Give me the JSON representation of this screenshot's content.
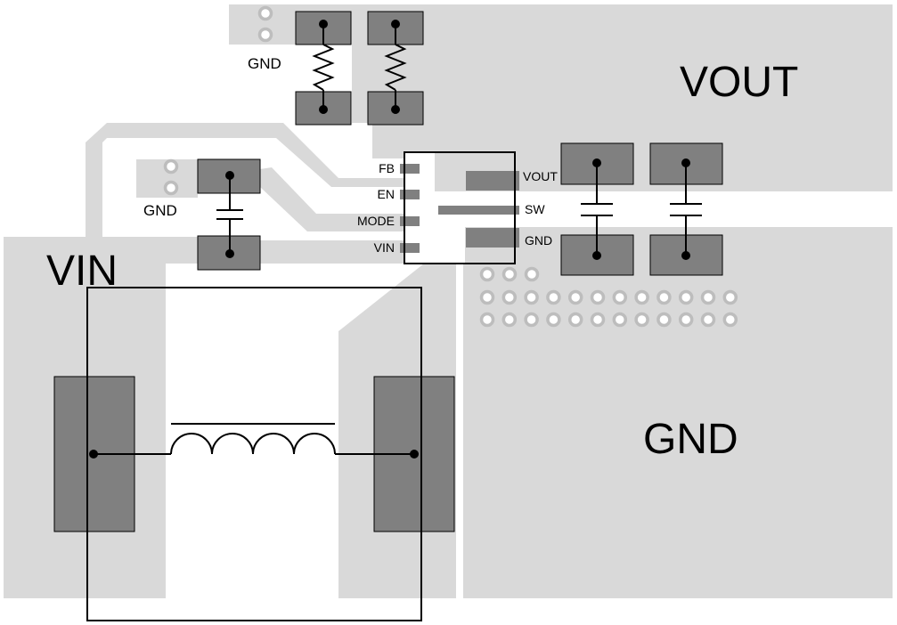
{
  "labels": {
    "vout": "VOUT",
    "gnd_big": "GND",
    "vin": "VIN",
    "gnd_top": "GND",
    "gnd_left": "GND"
  },
  "ic_pins": {
    "fb": "FB",
    "en": "EN",
    "mode": "MODE",
    "vin": "VIN",
    "vout": "VOUT",
    "sw": "SW",
    "gnd": "GND"
  },
  "colors": {
    "copper": "#d9d9d9",
    "pad": "#808080",
    "outline": "#000000",
    "background": "#ffffff"
  }
}
